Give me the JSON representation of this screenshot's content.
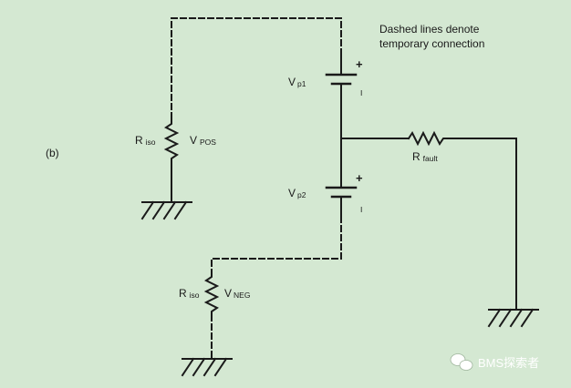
{
  "note_line1": "Dashed lines denote",
  "note_line2": "temporary connection",
  "panel_label": "(b)",
  "r_iso_top": {
    "main": "R",
    "sub": "iso"
  },
  "v_pos": {
    "main": "V",
    "sub": "POS"
  },
  "v_p1": {
    "main": "V",
    "sub": "p1"
  },
  "v_p2": {
    "main": "V",
    "sub": "p2"
  },
  "r_fault": {
    "main": "R",
    "sub": "fault"
  },
  "r_iso_bottom": {
    "main": "R",
    "sub": "iso"
  },
  "v_neg": {
    "main": "V",
    "sub": "NEG"
  },
  "plus_sign": "+",
  "minus_sign": "I",
  "watermark": "BMS探索者",
  "colors": {
    "background": "#d4e8d2",
    "ink": "#1a1a1a"
  }
}
